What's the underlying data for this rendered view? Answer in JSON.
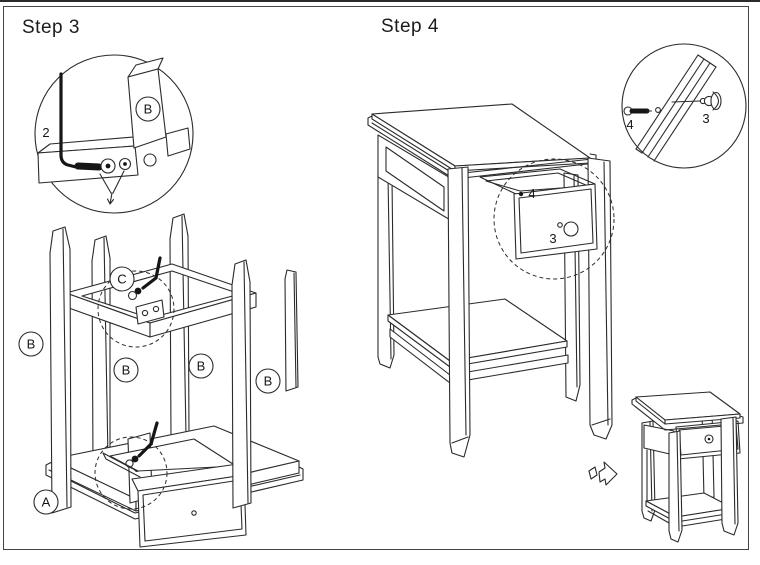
{
  "page": {
    "background": "#ffffff",
    "line_color": "#2b2b2b"
  },
  "step3": {
    "title": "Step 3",
    "labels": {
      "hardware": "2",
      "inset_leg": "B",
      "frame": "C",
      "legs": [
        "B",
        "B",
        "B",
        "B"
      ],
      "base": "A"
    }
  },
  "step4": {
    "title": "Step 4",
    "labels": {
      "main_screw": "4",
      "main_knob": "3",
      "inset_screw": "4",
      "inset_knob": "3"
    }
  },
  "icons": {
    "allen_key": "L-shaped hex wrench",
    "screw": "wood screw",
    "knob": "round drawer knob",
    "next_arrow": "3d outline arrow pointing right"
  }
}
